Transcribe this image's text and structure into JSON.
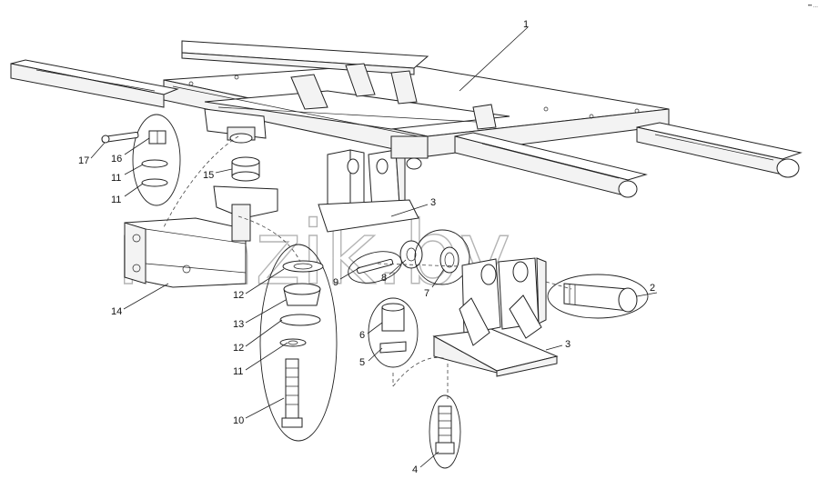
{
  "corner_mark": "•• ...",
  "watermark": "mazik.by",
  "callouts": {
    "c1": "1",
    "c2": "2",
    "c3a": "3",
    "c3b": "3",
    "c4": "4",
    "c5": "5",
    "c6": "6",
    "c7": "7",
    "c8": "8",
    "c9": "9",
    "c10": "10",
    "c11a": "11",
    "c11b": "11",
    "c11c": "11",
    "c12a": "12",
    "c12b": "12",
    "c13": "13",
    "c14": "14",
    "c15": "15",
    "c16": "16",
    "c17": "17"
  }
}
